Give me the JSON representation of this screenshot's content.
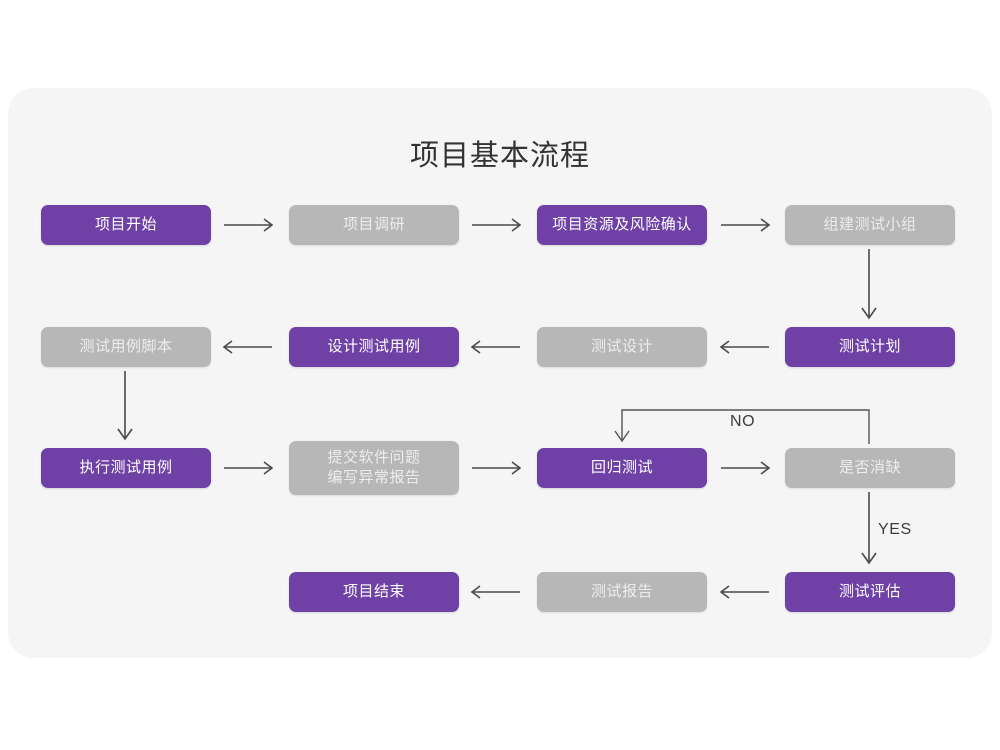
{
  "title": "项目基本流程",
  "theme": {
    "page_bg": "#ffffff",
    "card_bg": "#f5f5f5",
    "accent_purple": "#6f40a5",
    "muted_gray": "#b7b7b7",
    "arrow": "#4a4a4a",
    "title_color": "#333333"
  },
  "flow": {
    "rows": [
      {
        "row": 1,
        "direction": "left-to-right",
        "nodes": [
          {
            "id": "n1",
            "label": "项目开始",
            "style": "purple"
          },
          {
            "id": "n2",
            "label": "项目调研",
            "style": "gray"
          },
          {
            "id": "n3",
            "label": "项目资源及风险确认",
            "style": "purple"
          },
          {
            "id": "n4",
            "label": "组建测试小组",
            "style": "gray"
          }
        ]
      },
      {
        "row": 2,
        "direction": "right-to-left",
        "nodes": [
          {
            "id": "n5",
            "label": "测试用例脚本",
            "style": "gray"
          },
          {
            "id": "n6",
            "label": "设计测试用例",
            "style": "purple"
          },
          {
            "id": "n7",
            "label": "测试设计",
            "style": "gray"
          },
          {
            "id": "n8",
            "label": "测试计划",
            "style": "purple"
          }
        ]
      },
      {
        "row": 3,
        "direction": "left-to-right",
        "nodes": [
          {
            "id": "n9",
            "label": "执行测试用例",
            "style": "purple"
          },
          {
            "id": "n10",
            "label": "提交软件问题\n编写异常报告",
            "style": "gray"
          },
          {
            "id": "n11",
            "label": "回归测试",
            "style": "purple"
          },
          {
            "id": "n12",
            "label": "是否消缺",
            "style": "gray"
          }
        ]
      },
      {
        "row": 4,
        "direction": "right-to-left",
        "nodes": [
          {
            "id": "n13",
            "label": "项目结束",
            "style": "purple"
          },
          {
            "id": "n14",
            "label": "测试报告",
            "style": "gray"
          },
          {
            "id": "n15",
            "label": "测试评估",
            "style": "purple"
          }
        ]
      }
    ],
    "edge_labels": {
      "no": "NO",
      "yes": "YES"
    }
  }
}
